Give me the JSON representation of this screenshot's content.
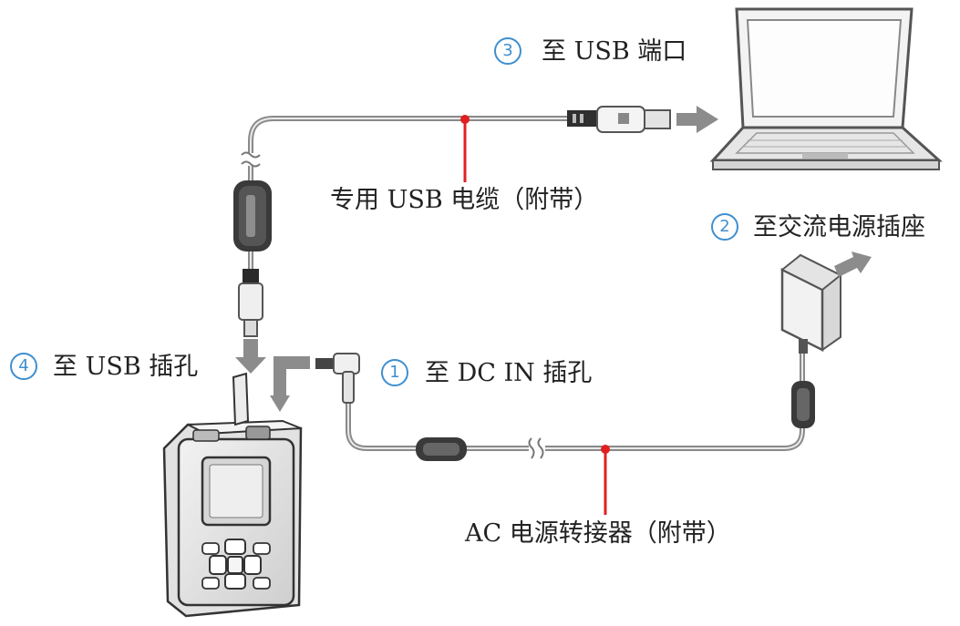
{
  "labels": {
    "step3_number": "3",
    "step3_text": "至 USB 端口",
    "usb_cable": "专用 USB 电缆（附带）",
    "step2_number": "2",
    "step2_text": "至交流电源插座",
    "step4_number": "4",
    "step4_text": "至 USB 插孔",
    "step1_number": "1",
    "step1_text": "至 DC IN 插孔",
    "ac_adapter": "AC 电源转接器（附带）"
  },
  "colors": {
    "accent_number": "#3f8fd0",
    "pointer_line": "#e02020",
    "cable": "#8a8a8a",
    "arrow": "#8c8c8c",
    "device_outline": "#333333"
  },
  "icons": [
    "laptop-icon",
    "usb-plug-icon",
    "mini-usb-plug-icon",
    "ferrite-core-icon",
    "ac-adapter-icon",
    "dc-plug-icon",
    "player-device-icon",
    "arrow-icon"
  ]
}
